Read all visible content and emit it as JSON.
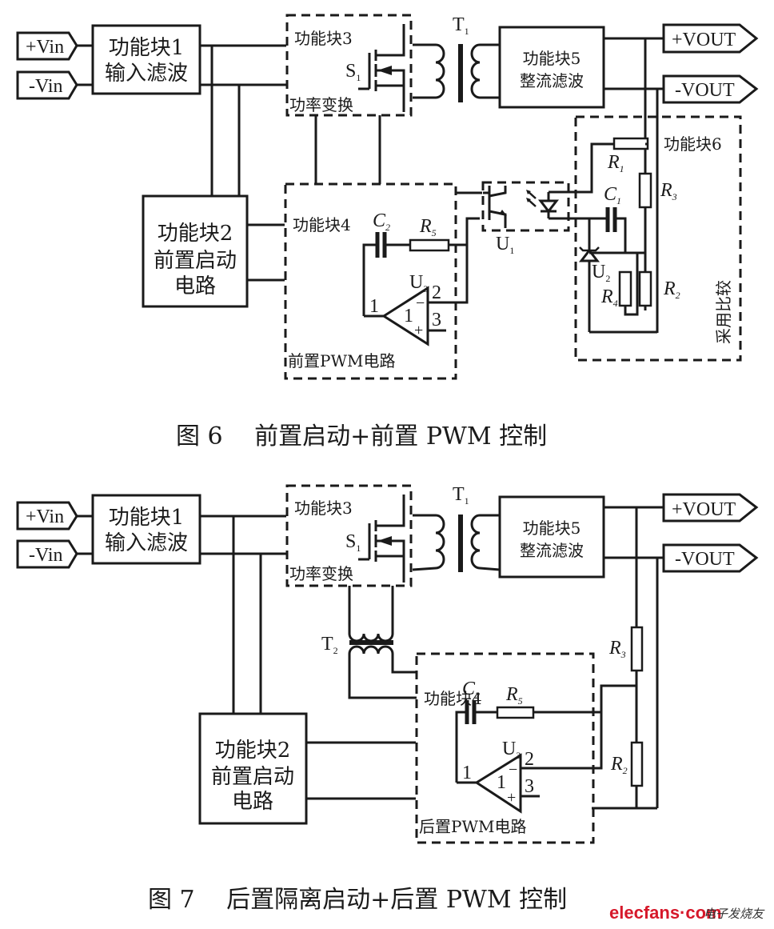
{
  "figure6": {
    "caption": "图 6　 前置启动+前置 PWM 控制",
    "ports": {
      "vin_pos": "+Vin",
      "vin_neg": "-Vin",
      "vout_pos": "+VOUT",
      "vout_neg": "-VOUT"
    },
    "block1": {
      "title": "功能块1",
      "subtitle": "输入滤波"
    },
    "block2": {
      "title": "功能块2",
      "line2": "前置启动",
      "line3": "电路"
    },
    "block3": {
      "title": "功能块3",
      "subtitle": "功率变换"
    },
    "block4": {
      "title": "功能块4",
      "subtitle": "前置PWM电路"
    },
    "block5": {
      "title": "功能块5",
      "subtitle": "整流滤波"
    },
    "block6": {
      "title": "功能块6",
      "subtitle": "采用比较"
    },
    "components": {
      "S1": {
        "main": "S",
        "sub": "1"
      },
      "T1": {
        "main": "T",
        "sub": "1"
      },
      "U1": {
        "main": "U",
        "sub": "1"
      },
      "U2": {
        "main": "U",
        "sub": "2"
      },
      "U3": {
        "main": "U",
        "sub": "3"
      },
      "C1": {
        "main": "C",
        "sub": "1"
      },
      "C2": {
        "main": "C",
        "sub": "2"
      },
      "R1": {
        "main": "R",
        "sub": "1"
      },
      "R2": {
        "main": "R",
        "sub": "2"
      },
      "R3": {
        "main": "R",
        "sub": "3"
      },
      "R4": {
        "main": "R",
        "sub": "4"
      },
      "R5": {
        "main": "R",
        "sub": "5"
      }
    },
    "opamp": {
      "pin_out": "1",
      "pin_inv": "2",
      "pin_noninv": "3",
      "unit": "1",
      "minus": "−",
      "plus": "+"
    }
  },
  "figure7": {
    "caption": "图 7　 后置隔离启动+后置 PWM 控制",
    "ports": {
      "vin_pos": "+Vin",
      "vin_neg": "-Vin",
      "vout_pos": "+VOUT",
      "vout_neg": "-VOUT"
    },
    "block1": {
      "title": "功能块1",
      "subtitle": "输入滤波"
    },
    "block2": {
      "title": "功能块2",
      "line2": "前置启动",
      "line3": "电路"
    },
    "block3": {
      "title": "功能块3",
      "subtitle": "功率变换"
    },
    "block4": {
      "title": "功能块4",
      "subtitle": "后置PWM电路"
    },
    "block5": {
      "title": "功能块5",
      "subtitle": "整流滤波"
    },
    "components": {
      "S1": {
        "main": "S",
        "sub": "1"
      },
      "T1": {
        "main": "T",
        "sub": "1"
      },
      "T2": {
        "main": "T",
        "sub": "2"
      },
      "U3": {
        "main": "U",
        "sub": "3"
      },
      "C2": {
        "main": "C",
        "sub": "2"
      },
      "R2": {
        "main": "R",
        "sub": "2"
      },
      "R3": {
        "main": "R",
        "sub": "3"
      },
      "R5": {
        "main": "R",
        "sub": "5"
      }
    },
    "opamp": {
      "pin_out": "1",
      "pin_inv": "2",
      "pin_noninv": "3",
      "unit": "1",
      "minus": "−",
      "plus": "+"
    }
  },
  "watermark": {
    "logo": "elecfans·com",
    "text": "电子发烧友"
  },
  "colors": {
    "ink": "#1a1a1a",
    "watermark_red": "#d6182a"
  }
}
